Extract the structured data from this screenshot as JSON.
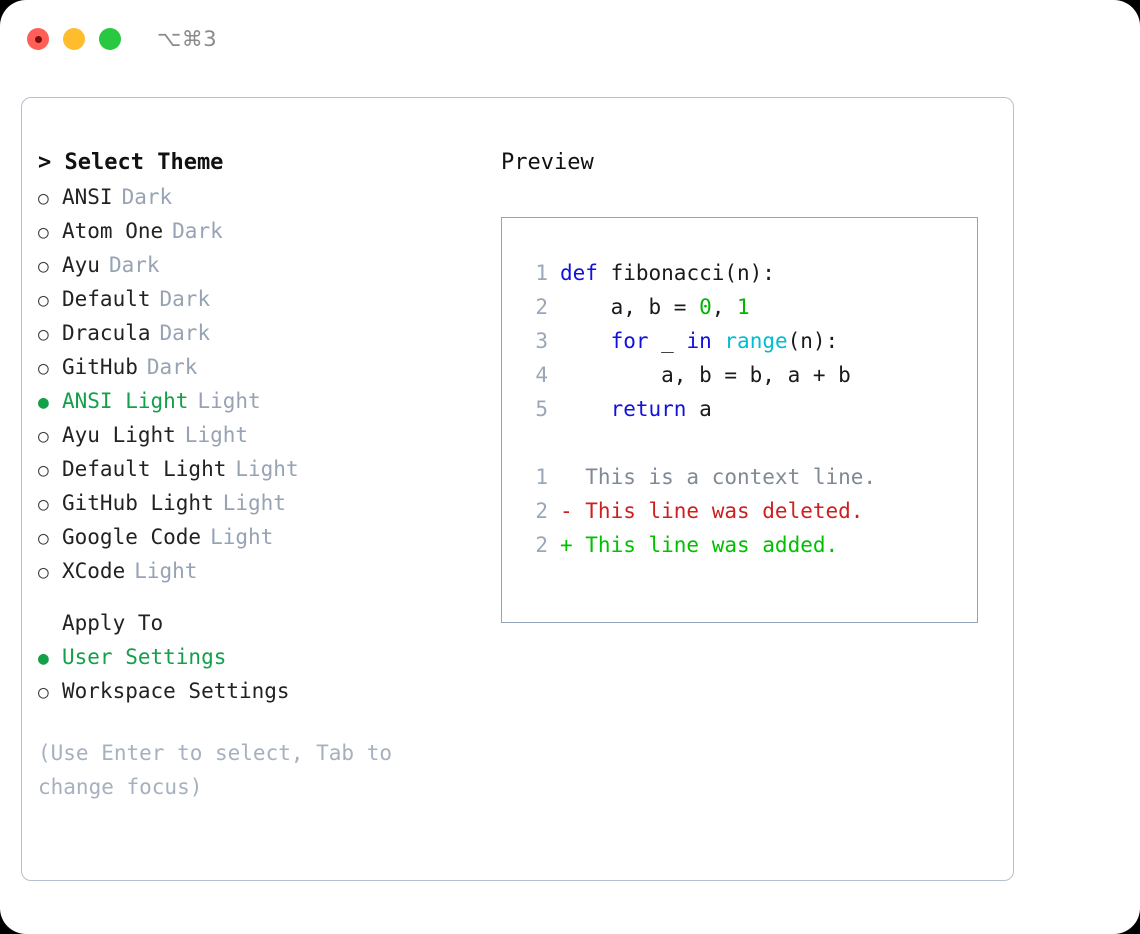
{
  "window": {
    "shortcut_label": "⌥⌘3",
    "traffic_lights": [
      "close-button",
      "minimize-button",
      "zoom-button"
    ]
  },
  "theme_panel": {
    "heading": "> Select Theme",
    "bullet_selected": "●",
    "bullet_unselected": "○",
    "items": [
      {
        "name": "ANSI",
        "tag": "Dark",
        "selected": false
      },
      {
        "name": "Atom One",
        "tag": "Dark",
        "selected": false
      },
      {
        "name": "Ayu",
        "tag": "Dark",
        "selected": false
      },
      {
        "name": "Default",
        "tag": "Dark",
        "selected": false
      },
      {
        "name": "Dracula",
        "tag": "Dark",
        "selected": false
      },
      {
        "name": "GitHub",
        "tag": "Dark",
        "selected": false
      },
      {
        "name": "ANSI Light",
        "tag": "Light",
        "selected": true
      },
      {
        "name": "Ayu Light",
        "tag": "Light",
        "selected": false
      },
      {
        "name": "Default Light",
        "tag": "Light",
        "selected": false
      },
      {
        "name": "GitHub Light",
        "tag": "Light",
        "selected": false
      },
      {
        "name": "Google Code",
        "tag": "Light",
        "selected": false
      },
      {
        "name": "XCode",
        "tag": "Light",
        "selected": false
      }
    ],
    "apply_to": {
      "heading": "Apply To",
      "options": [
        {
          "name": "User Settings",
          "selected": true
        },
        {
          "name": "Workspace Settings",
          "selected": false
        }
      ]
    },
    "hint": "(Use Enter to select, Tab to change focus)"
  },
  "preview_panel": {
    "heading": "Preview",
    "code_lines": [
      {
        "num": "1",
        "tokens": [
          {
            "t": "def",
            "c": "kw"
          },
          {
            "t": " fibonacci(n):",
            "c": "plain"
          }
        ]
      },
      {
        "num": "2",
        "tokens": [
          {
            "t": "    a, b = ",
            "c": "plain"
          },
          {
            "t": "0",
            "c": "num"
          },
          {
            "t": ", ",
            "c": "plain"
          },
          {
            "t": "1",
            "c": "num"
          }
        ]
      },
      {
        "num": "3",
        "tokens": [
          {
            "t": "    ",
            "c": "plain"
          },
          {
            "t": "for",
            "c": "kw"
          },
          {
            "t": " _ ",
            "c": "plain"
          },
          {
            "t": "in",
            "c": "kw"
          },
          {
            "t": " ",
            "c": "plain"
          },
          {
            "t": "range",
            "c": "fn"
          },
          {
            "t": "(n):",
            "c": "plain"
          }
        ]
      },
      {
        "num": "4",
        "tokens": [
          {
            "t": "        a, b = b, a + b",
            "c": "plain"
          }
        ]
      },
      {
        "num": "5",
        "tokens": [
          {
            "t": "    ",
            "c": "plain"
          },
          {
            "t": "return",
            "c": "kw"
          },
          {
            "t": " a",
            "c": "plain"
          }
        ]
      }
    ],
    "diff_lines": [
      {
        "num": "1",
        "marker": "  ",
        "text": "This is a context line.",
        "kind": "ctx"
      },
      {
        "num": "2",
        "marker": "- ",
        "text": "This line was deleted.",
        "kind": "del"
      },
      {
        "num": "2",
        "marker": "+ ",
        "text": "This line was added.",
        "kind": "add"
      }
    ]
  },
  "colors": {
    "accent_green": "#12a04a",
    "muted_gray": "#97a3b4",
    "hint_gray": "#a6b0bf",
    "keyword_blue": "#1111dd",
    "number_green": "#00b400",
    "builtin_cyan": "#00bcd4",
    "diff_delete_red": "#cc1f1f",
    "diff_add_green": "#00c000",
    "border_blue_gray": "#94a3b8",
    "traffic_red": "#ff5f57",
    "traffic_amber": "#ffbd2e",
    "traffic_green": "#28c840"
  }
}
